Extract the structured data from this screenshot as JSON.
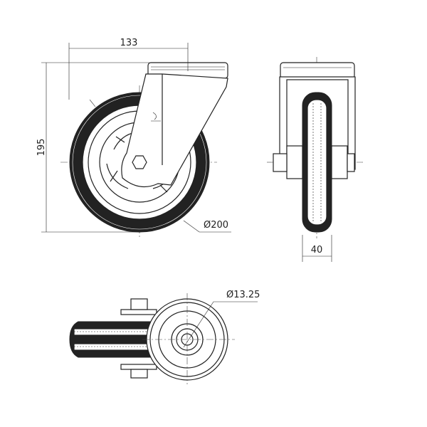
{
  "title": "Swivel castor wheel technical drawing",
  "dimensions": {
    "bracket_width": "133",
    "total_height": "195",
    "wheel_diameter": "Ø200",
    "wheel_width": "40",
    "bore_diameter": "Ø13.25"
  },
  "colors": {
    "line": "#222222",
    "background": "#ffffff"
  }
}
